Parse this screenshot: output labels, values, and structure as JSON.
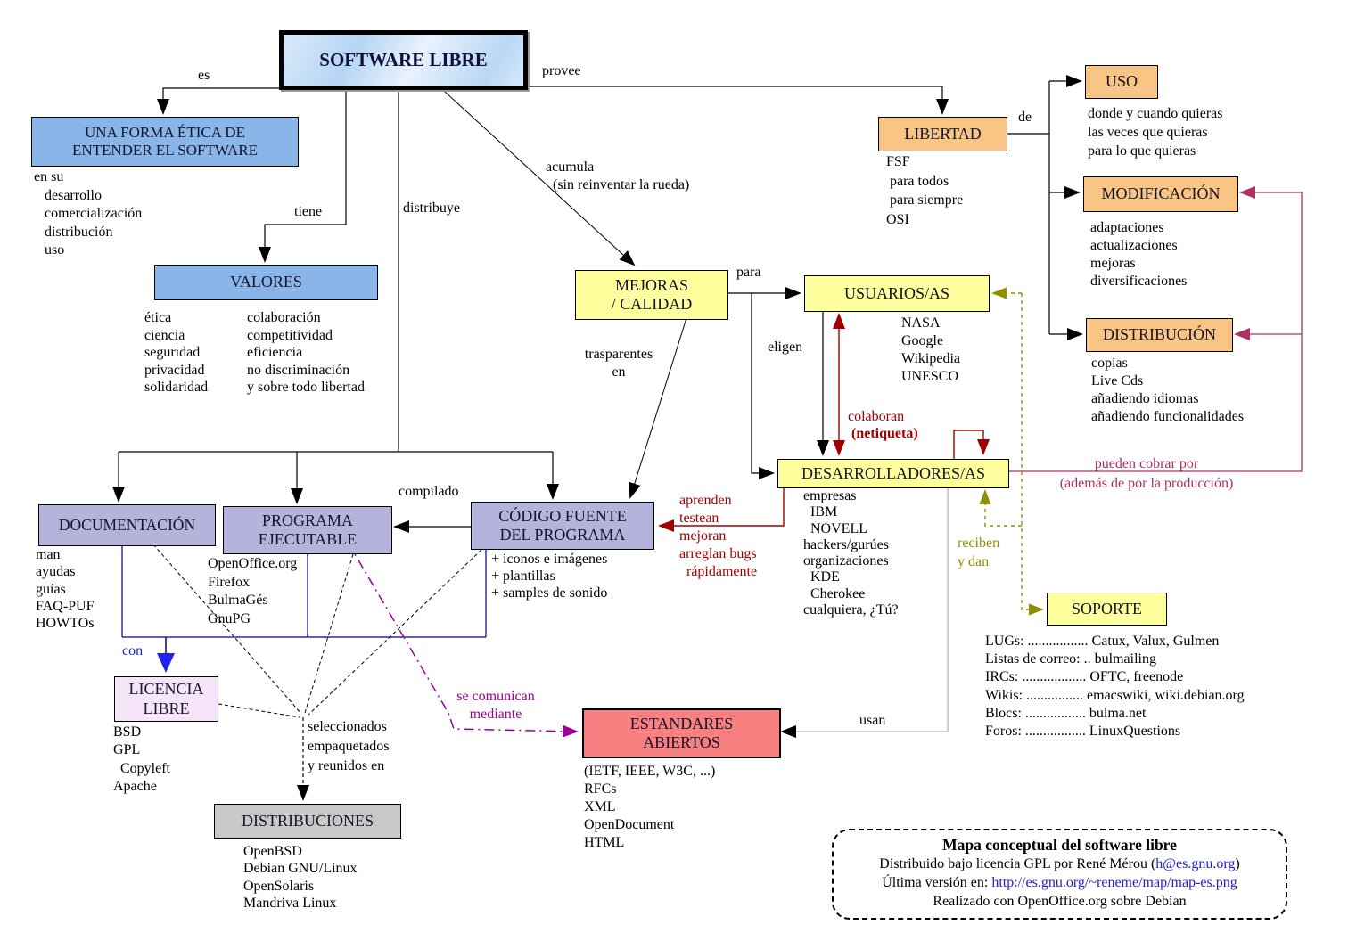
{
  "nodes": {
    "software_libre": "SOFTWARE LIBRE",
    "forma_etica": "UNA FORMA ÉTICA DE\nENTENDER EL SOFTWARE",
    "valores": "VALORES",
    "libertad": "LIBERTAD",
    "uso": "USO",
    "modificacion": "MODIFICACIÓN",
    "distribucion": "DISTRIBUCIÓN",
    "mejoras": "MEJORAS\n/ CALIDAD",
    "usuarios": "USUARIOS/AS",
    "desarrolladores": "DESARROLLADORES/AS",
    "soporte": "SOPORTE",
    "documentacion": "DOCUMENTACIÓN",
    "programa": "PROGRAMA\nEJECUTABLE",
    "codigo": "CÓDIGO FUENTE\nDEL PROGRAMA",
    "licencia": "LICENCIA\nLIBRE",
    "distribuciones": "DISTRIBUCIONES",
    "estandares": "ESTANDARES\nABIERTOS"
  },
  "edge_labels": {
    "es": "es",
    "provee": "provee",
    "tiene": "tiene",
    "distribuye": "distribuye",
    "acumula": "acumula\n  (sin reinventar la rueda)",
    "de": "de",
    "para": "para",
    "eligen": "eligen",
    "trasparentes": "trasparentes\nen",
    "compilado": "compilado",
    "colaboran": "colaboran",
    "netiqueta": "(netiqueta)",
    "aprenden": "aprenden\ntestean\nmejoran\narreglan bugs\n  rápidamente",
    "pueden_cobrar": "pueden cobrar por\n(además de por la producción)",
    "reciben": "reciben\ny dan",
    "usan": "usan",
    "con": "con",
    "seleccionados": "seleccionados\nempaquetados\ny reunidos en",
    "se_comunican": "se comunican\nmediante"
  },
  "lists": {
    "en_su": [
      "en su",
      "   desarrollo",
      "   comercialización",
      "   distribución",
      "   uso"
    ],
    "valores_col1": [
      "ética",
      "ciencia",
      "seguridad",
      "privacidad",
      "solidaridad"
    ],
    "valores_col2": [
      "colaboración",
      "competitividad",
      "eficiencia",
      "no discriminación",
      "y sobre todo libertad"
    ],
    "libertad": [
      "FSF",
      " para todos",
      " para siempre",
      "OSI"
    ],
    "uso": [
      "donde y cuando quieras",
      "las veces que quieras",
      "para lo que quieras"
    ],
    "modificacion": [
      "adaptaciones",
      "actualizaciones",
      "mejoras",
      "diversificaciones"
    ],
    "distribucion": [
      "copias",
      "Live Cds",
      "añadiendo idiomas",
      "añadiendo funcionalidades"
    ],
    "usuarios": [
      "NASA",
      "Google",
      "Wikipedia",
      "UNESCO"
    ],
    "desarrolladores": [
      "empresas",
      "  IBM",
      "  NOVELL",
      "hackers/gurúes",
      "organizaciones",
      "  KDE",
      "  Cherokee",
      "cualquiera, ¿Tú?"
    ],
    "soporte": [
      "LUGs: ................. Catux, Valux, Gulmen",
      "Listas de correo: .. bulmailing",
      "IRCs: .................. OFTC, freenode",
      "Wikis: ................ emacswiki, wiki.debian.org",
      "Blocs: ................. bulma.net",
      "Foros: ................. LinuxQuestions"
    ],
    "documentacion": [
      "man",
      "ayudas",
      "guías",
      "FAQ-PUF",
      "HOWTOs"
    ],
    "programa": [
      "OpenOffice.org",
      "Firefox",
      "BulmaGés",
      "GnuPG"
    ],
    "codigo": [
      "+ iconos e imágenes",
      "+ plantillas",
      "+ samples de sonido"
    ],
    "licencia": [
      "BSD",
      "GPL",
      "  Copyleft",
      "Apache"
    ],
    "distribuciones": [
      "OpenBSD",
      "Debian GNU/Linux",
      "OpenSolaris",
      "Mandriva Linux"
    ],
    "estandares": [
      "(IETF, IEEE, W3C, ...)",
      "RFCs",
      "XML",
      "OpenDocument",
      "HTML"
    ]
  },
  "attribution": {
    "title": "Mapa conceptual del software libre",
    "by_prefix": "Distribuido bajo licencia GPL por René Mérou (",
    "email": "h@es.gnu.org",
    "by_suffix": ")",
    "version_prefix": "Última versión en: ",
    "url": "http://es.gnu.org/~reneme/map/map-es.png",
    "made_with": "Realizado con OpenOffice.org sobre Debian"
  },
  "colors": {
    "blue_node": "#8AB5E8",
    "orange_node": "#F9C584",
    "yellow_node": "#FFFF9E",
    "lavender_node": "#B3B3DC",
    "pink_node": "#F6E4F8",
    "gray_node": "#C8C8C8",
    "salmon_node": "#F88080",
    "dark_red": "#A00000",
    "crimson": "#B03060",
    "olive": "#8F8F00",
    "magenta": "#990099",
    "navy": "#00008B",
    "link_blue": "#2222CC",
    "gray_line": "#C0C0C0"
  }
}
